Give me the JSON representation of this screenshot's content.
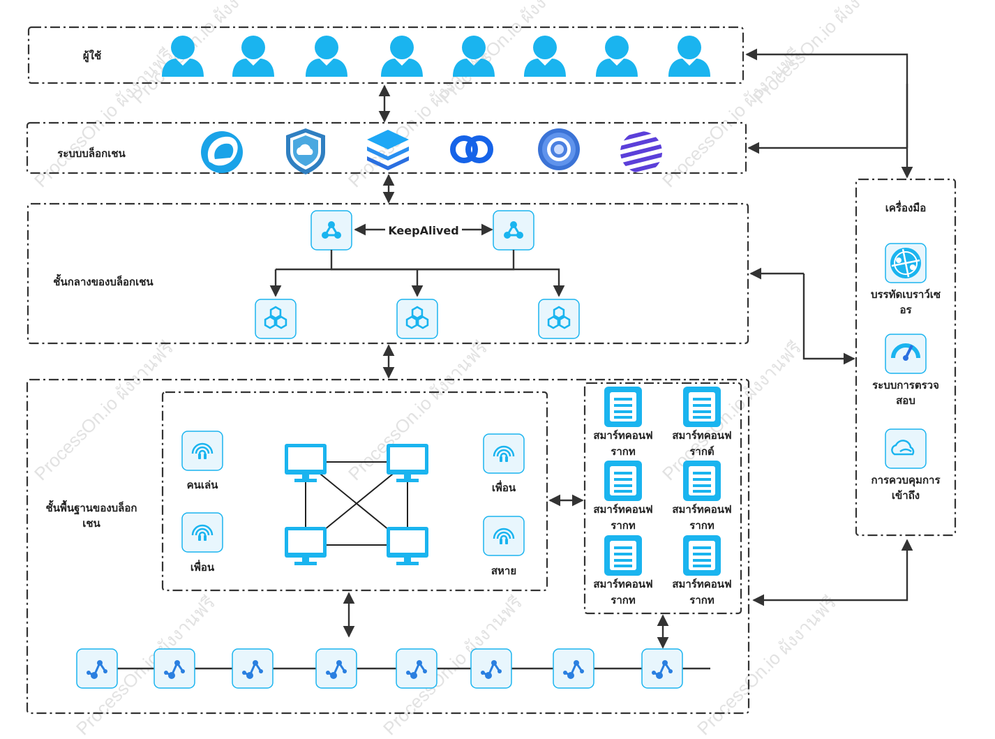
{
  "layers": {
    "users": {
      "label": "ผู้ใช้",
      "count": 8
    },
    "blockchain": {
      "label": "ระบบบล็อกเชน"
    },
    "middleware": {
      "label": "ชั้นกลางของบล็อกเชน",
      "keepalived": "KeepAlived"
    },
    "base": {
      "label": "ชั้นพื้นฐานของบล็อก",
      "label2": "เชน",
      "players": [
        "คนเล่น",
        "เพื่อน",
        "เพื่อน",
        "สหาย"
      ],
      "contracts": [
        [
          "สมาร์ทคอนฟ",
          "รากท"
        ],
        [
          "สมาร์ทคอนฟ",
          "รากต์"
        ],
        [
          "สมาร์ทคอนฟ",
          "รากท"
        ],
        [
          "สมาร์ทคอนฟ",
          "รากท"
        ],
        [
          "สมาร์ทคอนฟ",
          "รากท"
        ],
        [
          "สมาร์ทคอนฟ",
          "รากท"
        ]
      ]
    }
  },
  "tools": {
    "title": "เครื่องมือ",
    "items": [
      {
        "icon": "globe-network-icon",
        "line1": "บรรทัดเบราว์เซ",
        "line2": "อร"
      },
      {
        "icon": "speedometer-icon",
        "line1": "ระบบการตรวจ",
        "line2": "สอบ"
      },
      {
        "icon": "cloud-icon",
        "line1": "การควบคุมการ",
        "line2": "เข้าถึง"
      }
    ]
  },
  "watermark": "ProcessOn.io ผังงานฟรี",
  "colors": {
    "accent": "#1ab4ef",
    "icon_bg": "#e8f6fd",
    "line": "#333333"
  }
}
